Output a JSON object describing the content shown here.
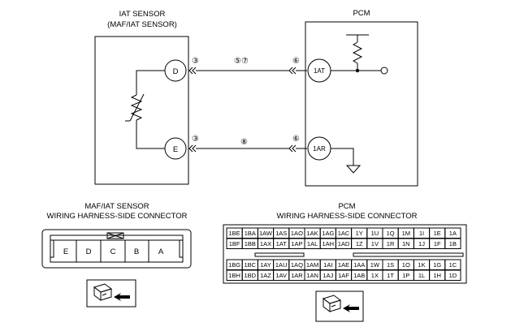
{
  "iat_sensor": {
    "title_line1": "IAT SENSOR",
    "title_line2": "(MAF/IAT SENSOR)",
    "terminal_d": "D",
    "terminal_e": "E"
  },
  "pcm": {
    "title": "PCM",
    "terminal_1at": "1AT",
    "terminal_1ar": "1AR"
  },
  "wire_codes": {
    "d_sensor": "③",
    "d_mid": "⑤⑦",
    "d_pcm": "⑥",
    "e_sensor": "③",
    "e_mid": "⑧",
    "e_pcm": "⑥"
  },
  "maf_connector": {
    "title_line1": "MAF/IAT SENSOR",
    "title_line2": "WIRING HARNESS-SIDE CONNECTOR",
    "pins": [
      "E",
      "D",
      "C",
      "B",
      "A"
    ]
  },
  "pcm_connector": {
    "title_line1": "PCM",
    "title_line2": "WIRING HARNESS-SIDE CONNECTOR",
    "rows": [
      [
        "1BE",
        "1BA",
        "1AW",
        "1AS",
        "1AO",
        "1AK",
        "1AG",
        "1AC",
        "1Y",
        "1U",
        "1Q",
        "1M",
        "1I",
        "1E",
        "1A"
      ],
      [
        "1BF",
        "1BB",
        "1AX",
        "1AT",
        "1AP",
        "1AL",
        "1AH",
        "1AD",
        "1Z",
        "1V",
        "1R",
        "1N",
        "1J",
        "1F",
        "1B"
      ],
      [
        "1BG",
        "1BC",
        "1AY",
        "1AU",
        "1AQ",
        "1AM",
        "1AI",
        "1AE",
        "1AA",
        "1W",
        "1S",
        "1O",
        "1K",
        "1G",
        "1C"
      ],
      [
        "1BH",
        "1BD",
        "1AZ",
        "1AV",
        "1AR",
        "1AN",
        "1AJ",
        "1AF",
        "1AB",
        "1X",
        "1T",
        "1P",
        "1L",
        "1H",
        "1D"
      ]
    ]
  }
}
